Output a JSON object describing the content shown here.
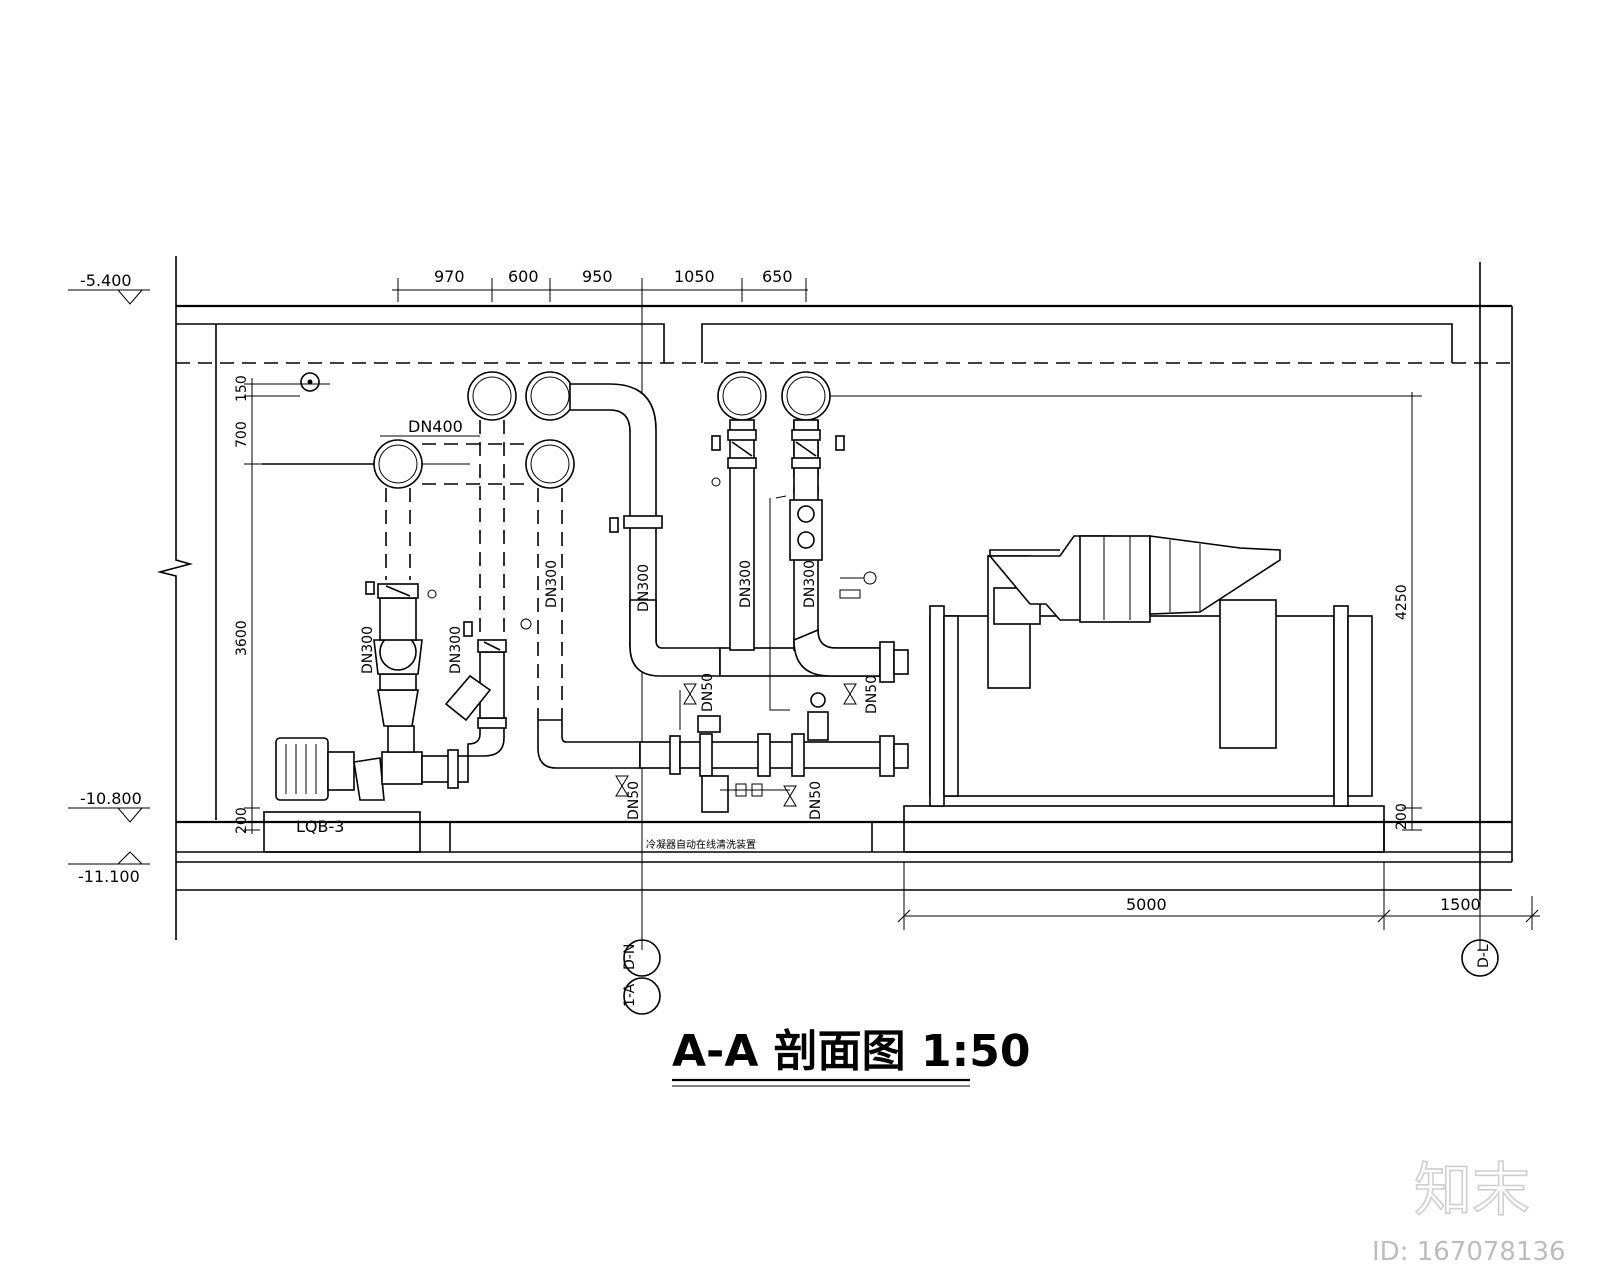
{
  "title": "A-A 剖面图 1:50",
  "elevations": {
    "top": "-5.400",
    "floor": "-10.800",
    "slab_bottom": "-11.100"
  },
  "top_dimensions": [
    "970",
    "600",
    "950",
    "1050",
    "650"
  ],
  "left_dimensions": [
    "150",
    "700",
    "3600",
    "200"
  ],
  "right_dimensions": [
    "4250",
    "200"
  ],
  "bottom_dimensions": [
    "5000",
    "1500"
  ],
  "pipe_sizes": {
    "main_header": "DN400",
    "pump_discharge": "DN300",
    "riser_a": "DN300",
    "riser_b": "DN300",
    "riser_c": "DN300",
    "riser_d": "DN300",
    "riser_e": "DN300",
    "drain_a": "DN50",
    "drain_b": "DN50",
    "drain_c": "DN50",
    "drain_d": "DN50"
  },
  "pump_tag": "LQB-3",
  "cleaning_device_note": "冷凝器自动在线清洗装置",
  "axis_labels": {
    "left_top": "D-N",
    "left_bottom": "1-A",
    "right": "D-L"
  },
  "watermark": {
    "logo": "知末",
    "id": "ID: 167078136"
  }
}
